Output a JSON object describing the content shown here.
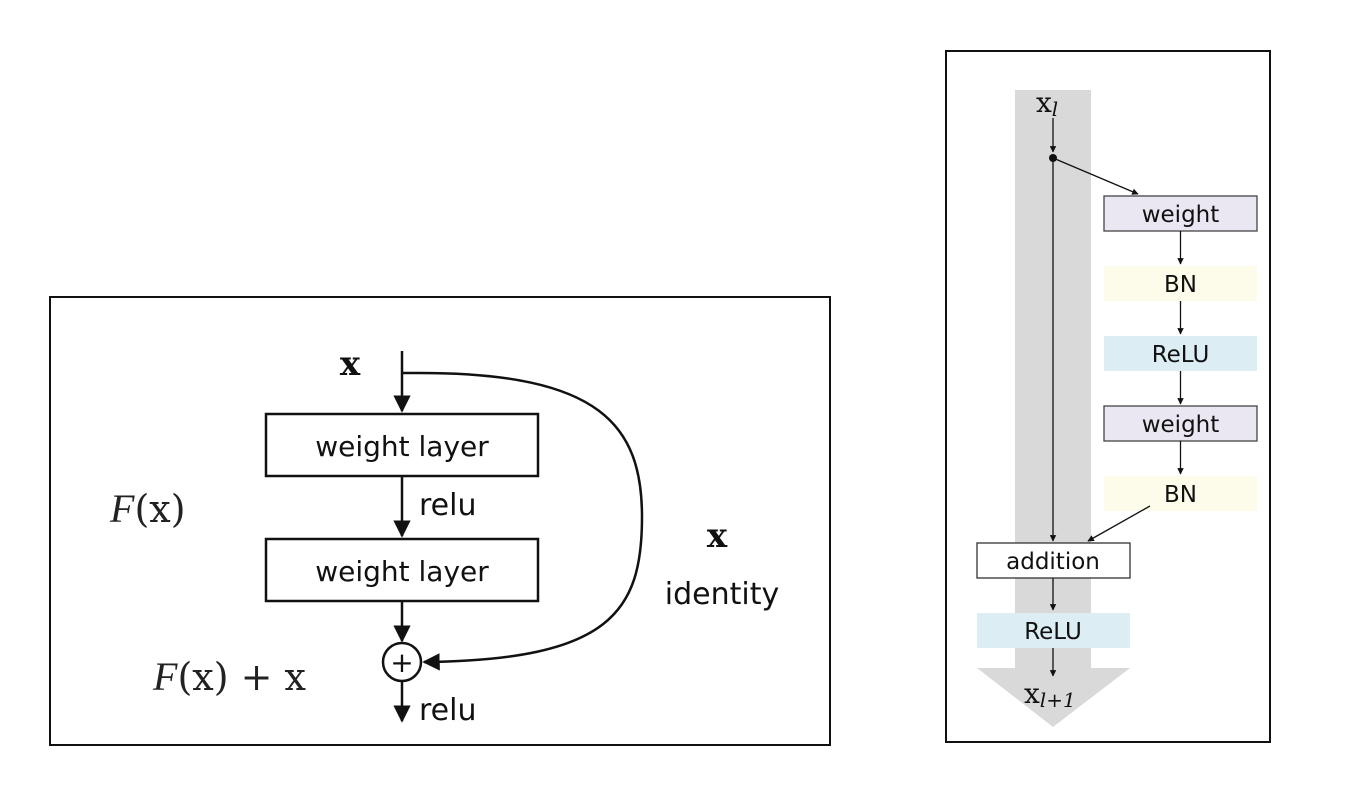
{
  "left_panel": {
    "input_label": "x",
    "layer_1_label": "weight layer",
    "layer_2_label": "weight layer",
    "relu_mid_label": "relu",
    "relu_out_label": "relu",
    "fx_script": "F",
    "fx_arg": "(x)",
    "fx_sum_script": "F",
    "fx_sum_rest": "(x) + x",
    "shortcut_x_label": "x",
    "identity_label": "identity",
    "add_symbol": "+"
  },
  "right_panel": {
    "input_base": "x",
    "input_sub": "l",
    "output_base": "x",
    "output_sub": "l+1",
    "blocks": [
      {
        "label": "weight",
        "fill": "#ebe7f2"
      },
      {
        "label": "BN",
        "fill": "#fdfbe9"
      },
      {
        "label": "ReLU",
        "fill": "#dcedf4"
      },
      {
        "label": "weight",
        "fill": "#ebe7f2"
      },
      {
        "label": "BN",
        "fill": "#fdfbe9"
      }
    ],
    "addition_label": "addition",
    "final_relu_label": "ReLU",
    "final_relu_fill": "#dcedf4",
    "arrow_band_fill": "#d9d9d9"
  }
}
